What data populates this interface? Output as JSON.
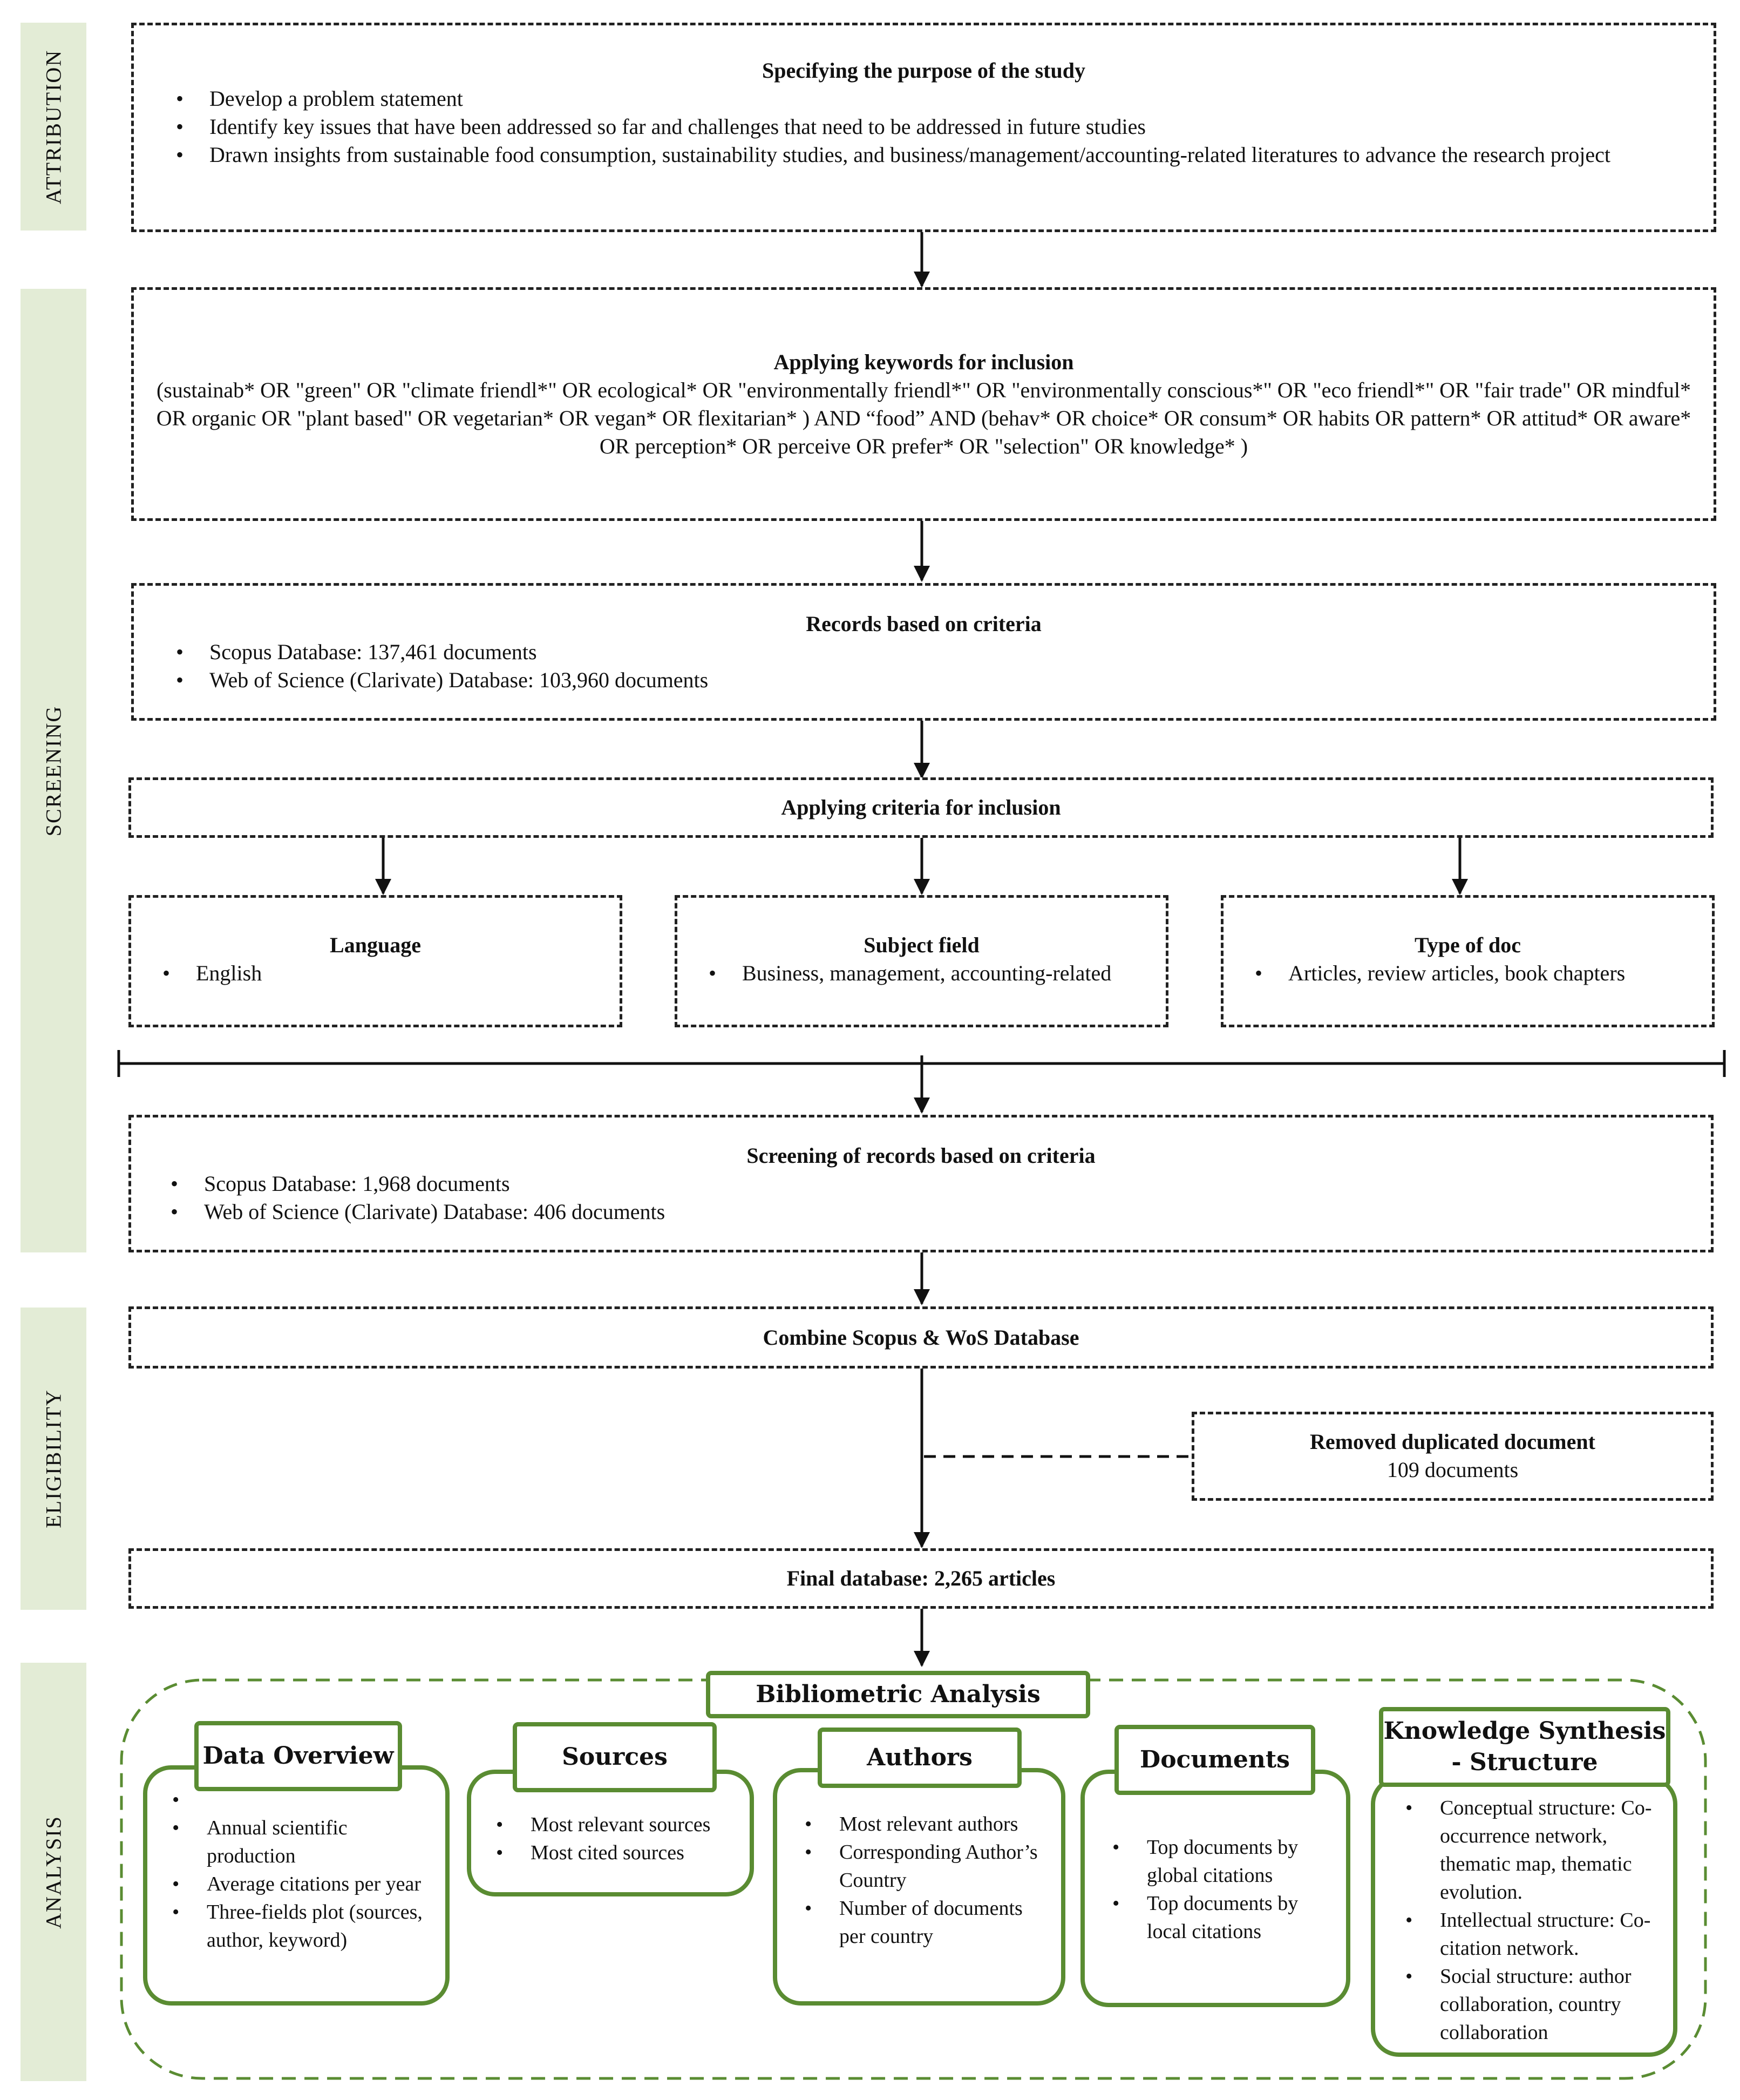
{
  "stages": {
    "attribution": "ATTRIBUTION",
    "screening": "SCREENING",
    "eligibility": "ELIGIBILITY",
    "analysis": "ANALYSIS"
  },
  "purpose": {
    "title": "Specifying the purpose of the study",
    "items": [
      "Develop a problem statement",
      "Identify key issues that have been addressed so far and challenges that need to be addressed in future studies",
      "Drawn insights from sustainable food consumption, sustainability studies, and business/management/accounting-related  literatures to advance the research project"
    ]
  },
  "keywords": {
    "title": "Applying keywords for inclusion",
    "text": "(sustainab* OR \"green\" OR \"climate friendl*\" OR ecological* OR \"environmentally friendl*\" OR \"environmentally conscious*\" OR \"eco friendl*\" OR \"fair trade\" OR mindful* OR organic OR \"plant based\" OR vegetarian* OR vegan* OR flexitarian* ) AND “food” AND (behav* OR choice* OR consum* OR habits OR pattern* OR attitud* OR aware* OR perception* OR perceive OR prefer* OR \"selection\" OR knowledge* )"
  },
  "records": {
    "title": "Records based on criteria",
    "items": [
      "Scopus Database: 137,461 documents",
      "Web of Science (Clarivate)  Database: 103,960 documents"
    ]
  },
  "criteria": {
    "title": "Applying criteria for inclusion",
    "language": {
      "title": "Language",
      "items": [
        "English"
      ]
    },
    "subject": {
      "title": "Subject field",
      "items": [
        "Business, management, accounting-related"
      ]
    },
    "doctype": {
      "title": "Type of doc",
      "items": [
        "Articles, review articles, book chapters"
      ]
    }
  },
  "screening_records": {
    "title": "Screening of records based on criteria",
    "items": [
      "Scopus Database: 1,968 documents",
      "Web of Science (Clarivate)  Database: 406 documents"
    ]
  },
  "combine": {
    "title": "Combine Scopus & WoS Database"
  },
  "removed": {
    "title": "Removed duplicated document",
    "text": "109 documents"
  },
  "final": {
    "title": "Final database: 2,265 articles"
  },
  "bibliometric": {
    "title": "Bibliometric Analysis",
    "data_overview": {
      "title": "Data Overview",
      "items": [
        "",
        "Annual scientific production",
        "Average citations per year",
        "Three-fields plot (sources, author, keyword)"
      ]
    },
    "sources": {
      "title": "Sources",
      "items": [
        "Most relevant sources",
        "Most cited sources"
      ]
    },
    "authors": {
      "title": "Authors",
      "items": [
        "Most relevant authors",
        "Corresponding Author’s Country",
        "Number of documents per country"
      ]
    },
    "documents": {
      "title": "Documents",
      "items": [
        "Top documents by global citations",
        "Top documents by local citations"
      ]
    },
    "knowledge": {
      "title": "Knowledge Synthesis - Structure",
      "items": [
        "Conceptual structure: Co-occurrence network, thematic map, thematic evolution.",
        "Intellectual structure: Co-citation network.",
        "Social structure: author collaboration, country collaboration"
      ]
    }
  }
}
